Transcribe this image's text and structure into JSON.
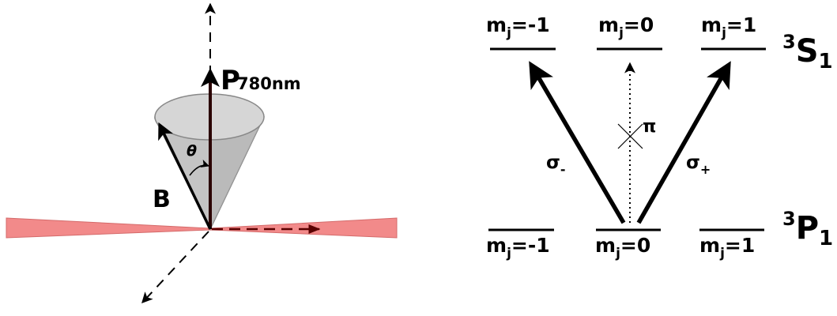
{
  "left_panel": {
    "polarization_label": "P",
    "polarization_subscript": "780nm",
    "field_label": "B",
    "angle_label": "θ",
    "beam_color": "#f08080",
    "cone_color": "#c8c8c8"
  },
  "right_panel": {
    "upper_state": {
      "level": "S",
      "multiplicity": "3",
      "j": "1"
    },
    "lower_state": {
      "level": "P",
      "multiplicity": "3",
      "j": "1"
    },
    "mj_prefix": "m",
    "mj_sub": "j",
    "upper_sublevels": [
      "=-1",
      "=0",
      "=1"
    ],
    "lower_sublevels": [
      "=-1",
      "=0",
      "=1"
    ],
    "transitions": {
      "sigma_minus": {
        "symbol": "σ",
        "sub": "-"
      },
      "sigma_plus": {
        "symbol": "σ",
        "sub": "+"
      },
      "pi": {
        "symbol": "π",
        "forbidden": true
      }
    }
  }
}
